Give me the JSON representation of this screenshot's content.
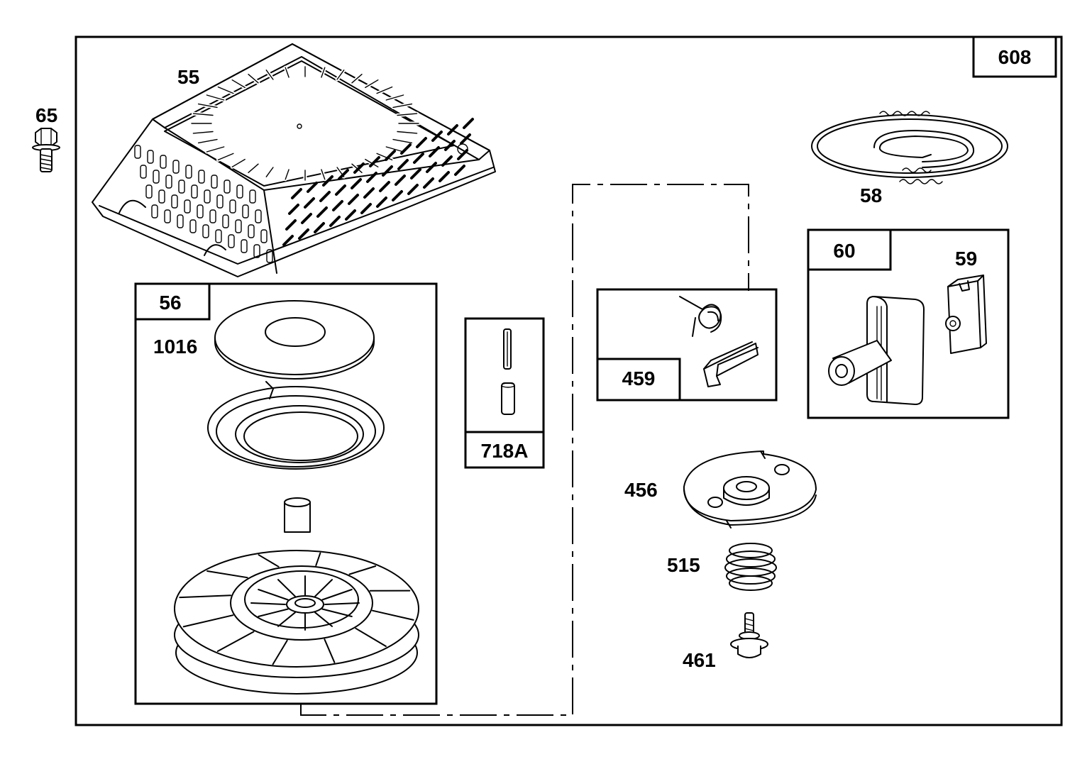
{
  "colors": {
    "line": "#000000",
    "background": "#ffffff"
  },
  "diagram": {
    "kit_number": "608",
    "parts": [
      {
        "id": "p65",
        "label": "65",
        "icon": "hex-bolt-icon"
      },
      {
        "id": "p55",
        "label": "55",
        "icon": "starter-housing-icon"
      },
      {
        "id": "p56",
        "label": "56",
        "icon": "kit-box"
      },
      {
        "id": "p1016",
        "label": "1016",
        "icon": "washer-icon"
      },
      {
        "id": "p718a",
        "label": "718A",
        "icon": "pin-kit-icon"
      },
      {
        "id": "p459",
        "label": "459",
        "icon": "spring-pawl-kit-icon"
      },
      {
        "id": "p58",
        "label": "58",
        "icon": "starter-rope-icon"
      },
      {
        "id": "p60",
        "label": "60",
        "icon": "handle-kit-box"
      },
      {
        "id": "p59",
        "label": "59",
        "icon": "rope-clip-icon"
      },
      {
        "id": "p456",
        "label": "456",
        "icon": "retainer-plate-icon"
      },
      {
        "id": "p515",
        "label": "515",
        "icon": "coil-spring-icon"
      },
      {
        "id": "p461",
        "label": "461",
        "icon": "shoulder-screw-icon"
      }
    ]
  }
}
